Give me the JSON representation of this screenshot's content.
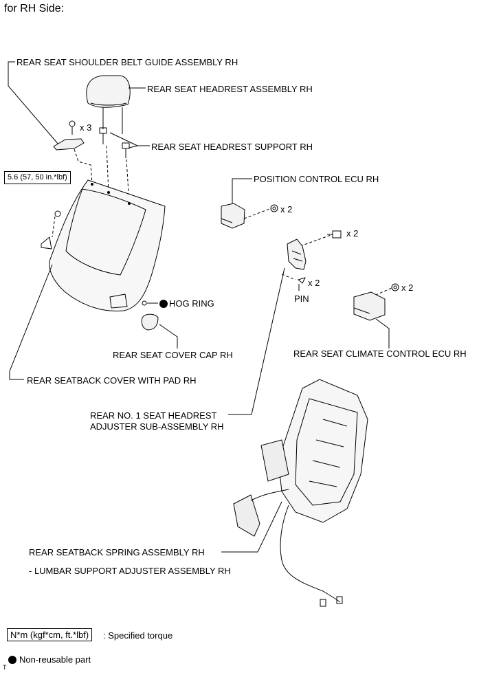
{
  "header": {
    "title": "for RH Side:"
  },
  "labels": {
    "shoulder_belt_guide": "REAR SEAT SHOULDER BELT GUIDE ASSEMBLY RH",
    "headrest_assembly": "REAR SEAT HEADREST ASSEMBLY RH",
    "headrest_support": "REAR SEAT HEADREST SUPPORT RH",
    "position_control_ecu": "POSITION CONTROL ECU RH",
    "hog_ring": "HOG RING",
    "cover_cap": "REAR SEAT COVER CAP RH",
    "climate_control_ecu": "REAR SEAT CLIMATE CONTROL ECU RH",
    "seatback_cover": "REAR SEATBACK COVER WITH PAD RH",
    "pin": "PIN",
    "headrest_adjuster_line1": "REAR NO. 1 SEAT HEADREST",
    "headrest_adjuster_line2": "ADJUSTER SUB-ASSEMBLY RH",
    "spring_assembly": "REAR SEATBACK SPRING ASSEMBLY RH",
    "lumbar_support": "- LUMBAR SUPPORT ADJUSTER ASSEMBLY RH"
  },
  "quantities": {
    "screws_belt_guide": "x 3",
    "nuts_position_ecu": "x 2",
    "bolts_adjuster": "x 2",
    "pins": "x 2",
    "nuts_climate_ecu": "x 2"
  },
  "torque": {
    "value": "5.6 (57, 50 in.*lbf)"
  },
  "legend": {
    "torque_unit": "N*m (kgf*cm, ft.*lbf)",
    "torque_desc": ": Specified torque",
    "nonreusable_desc": "Non-reusable part"
  },
  "footer": {
    "mark": "T"
  }
}
